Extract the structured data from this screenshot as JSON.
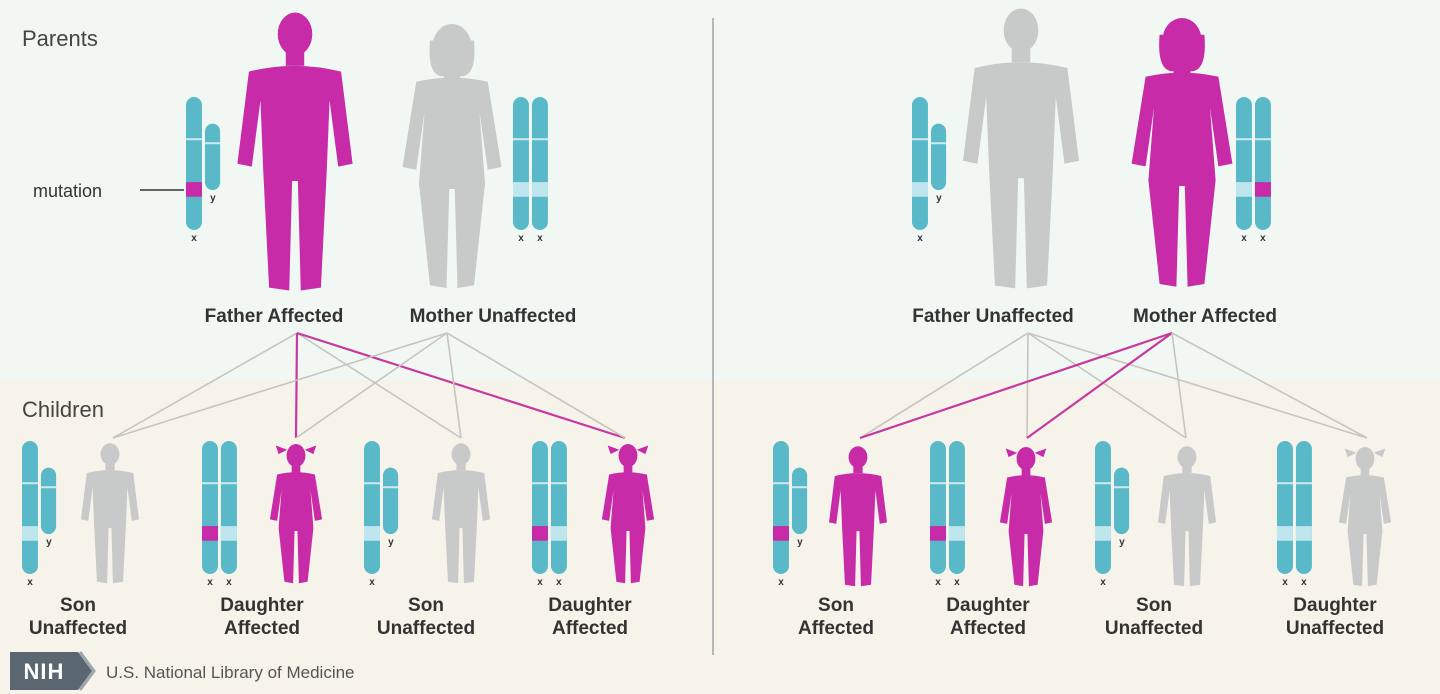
{
  "colors": {
    "affected": "#c72ba8",
    "unaffected": "#c8c9c9",
    "chromosome": "#5ab9c8",
    "chromosome_band": "#bfe6ee",
    "parents_bg": "#f1f8f4",
    "children_bg": "#f6f3ea",
    "line_affected": "#c7399e",
    "line_unaffected": "#c8c4c1"
  },
  "labels": {
    "parents": "Parents",
    "children": "Children",
    "mutation": "mutation"
  },
  "panels": [
    {
      "parents": [
        {
          "name": "Father Affected",
          "sex": "male",
          "affected": true,
          "chromosomes": "XY",
          "mutation": "X"
        },
        {
          "name": "Mother Unaffected",
          "sex": "female",
          "affected": false,
          "chromosomes": "XX",
          "mutation": "none"
        }
      ],
      "children": [
        {
          "line1": "Son",
          "line2": "Unaffected",
          "sex": "male",
          "affected": false,
          "chromosomes": "XY"
        },
        {
          "line1": "Daughter",
          "line2": "Affected",
          "sex": "female",
          "affected": true,
          "chromosomes": "XX"
        },
        {
          "line1": "Son",
          "line2": "Unaffected",
          "sex": "male",
          "affected": false,
          "chromosomes": "XY"
        },
        {
          "line1": "Daughter",
          "line2": "Affected",
          "sex": "female",
          "affected": true,
          "chromosomes": "XX"
        }
      ]
    },
    {
      "parents": [
        {
          "name": "Father Unaffected",
          "sex": "male",
          "affected": false,
          "chromosomes": "XY",
          "mutation": "none"
        },
        {
          "name": "Mother Affected",
          "sex": "female",
          "affected": true,
          "chromosomes": "XX",
          "mutation": "X"
        }
      ],
      "children": [
        {
          "line1": "Son",
          "line2": "Affected",
          "sex": "male",
          "affected": true,
          "chromosomes": "XY"
        },
        {
          "line1": "Daughter",
          "line2": "Affected",
          "sex": "female",
          "affected": true,
          "chromosomes": "XX"
        },
        {
          "line1": "Son",
          "line2": "Unaffected",
          "sex": "male",
          "affected": false,
          "chromosomes": "XY"
        },
        {
          "line1": "Daughter",
          "line2": "Unaffected",
          "sex": "female",
          "affected": false,
          "chromosomes": "XX"
        }
      ]
    }
  ],
  "footer": {
    "logo": "NIH",
    "text": "U.S. National Library of Medicine"
  }
}
